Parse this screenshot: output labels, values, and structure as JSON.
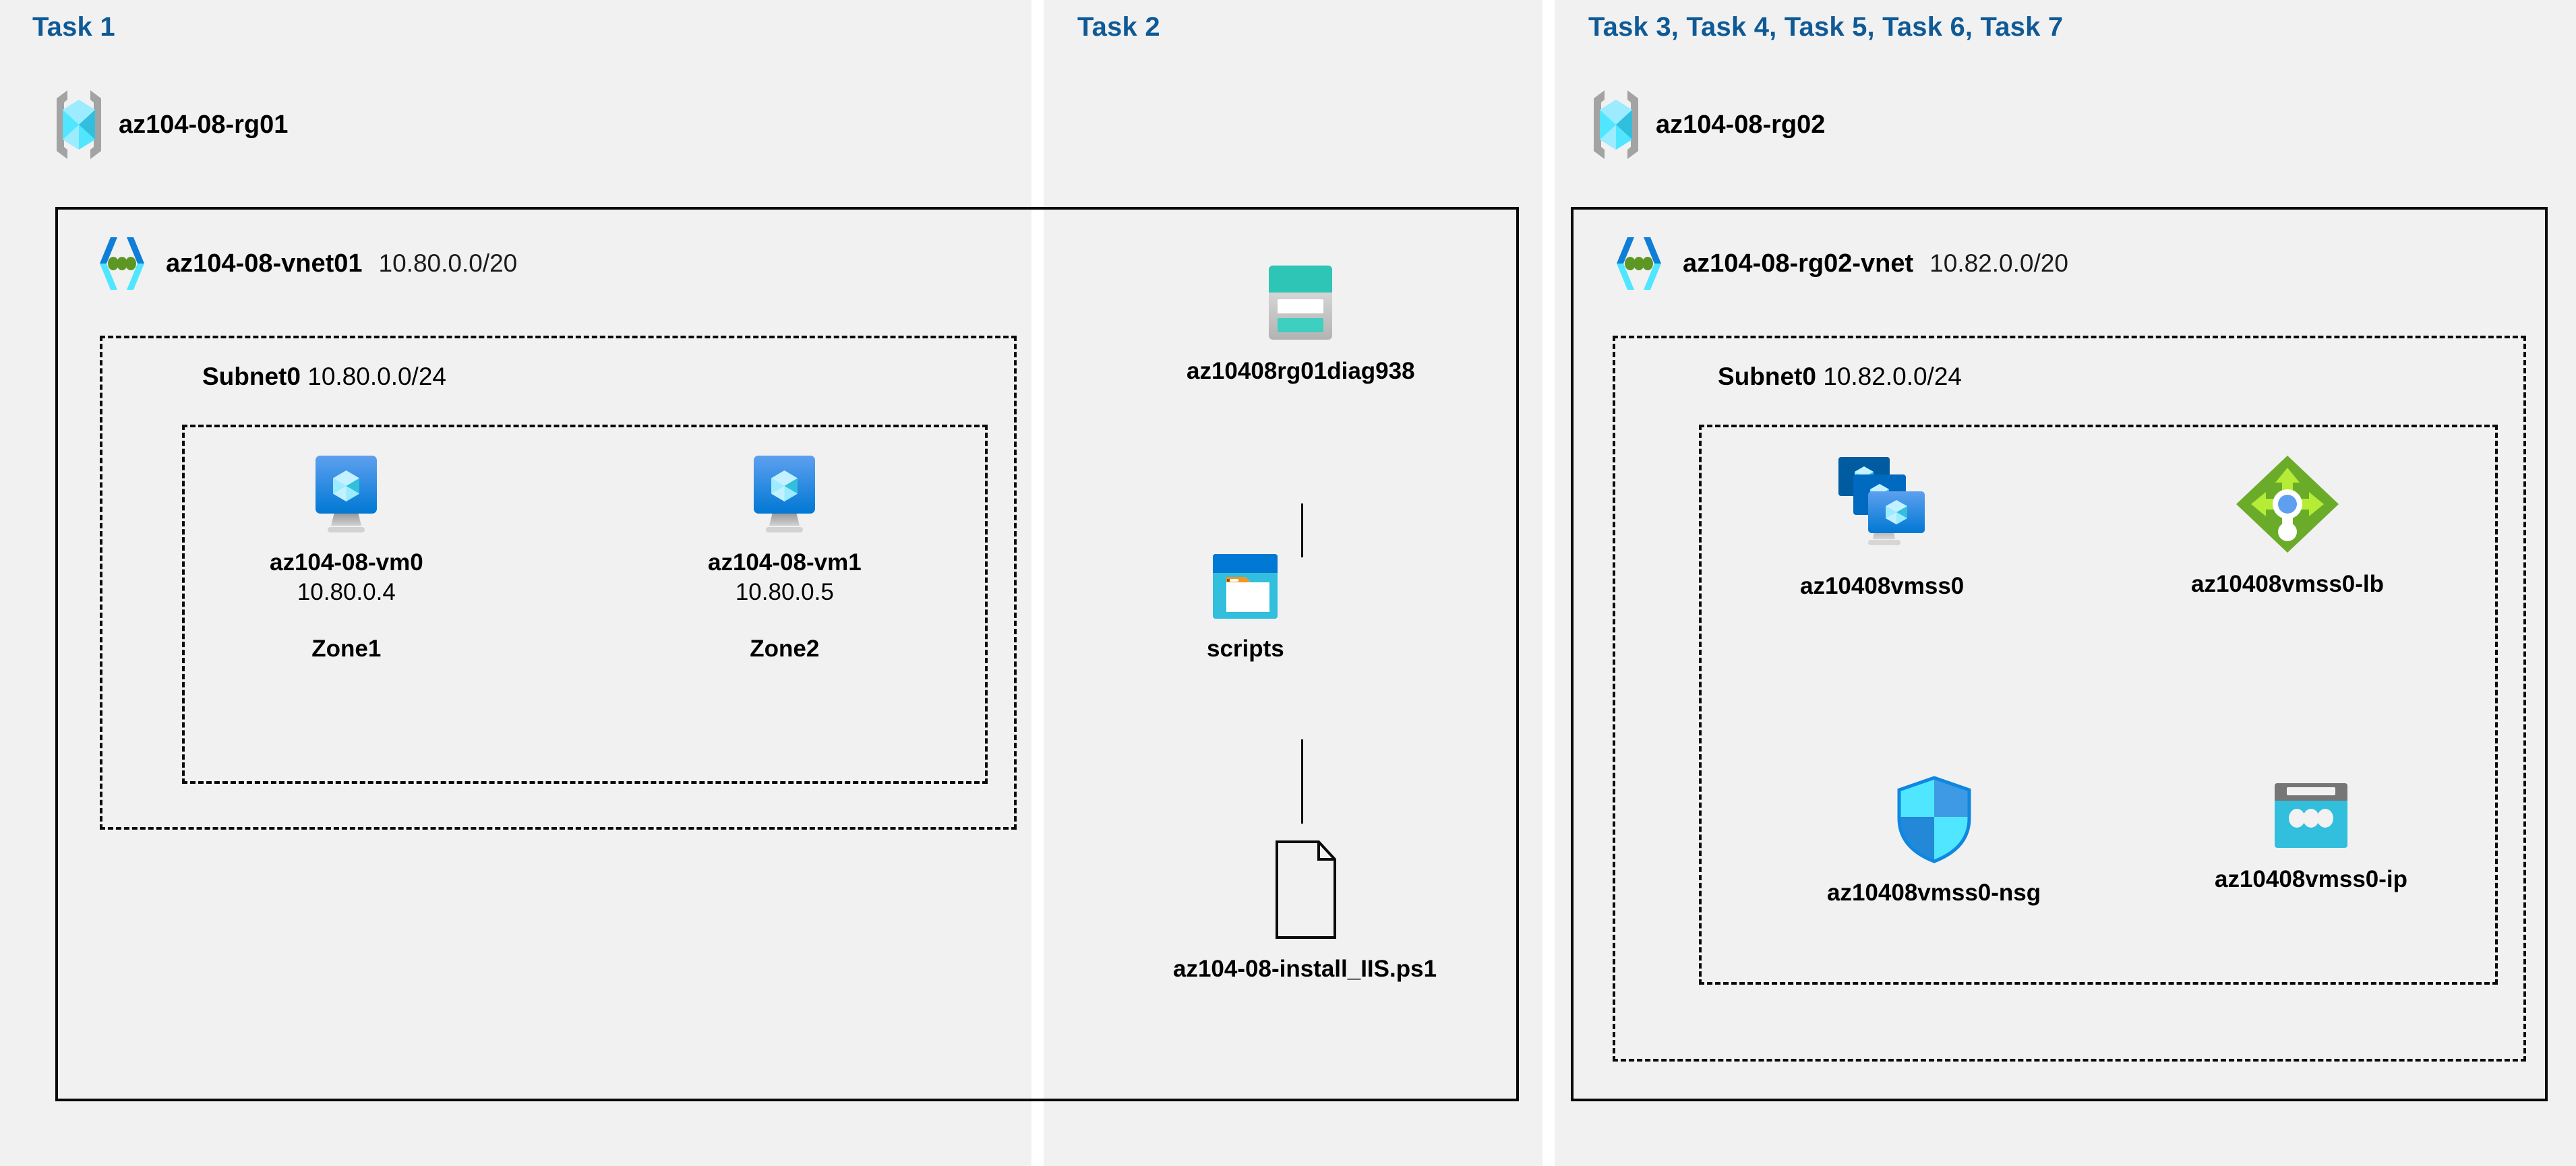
{
  "panels": [
    {
      "id": "task1",
      "title": "Task 1"
    },
    {
      "id": "task2",
      "title": "Task 2"
    },
    {
      "id": "task3",
      "title": "Task 3, Task 4, Task 5, Task 6, Task 7"
    }
  ],
  "resource_groups": [
    {
      "name": "az104-08-rg01",
      "icon": "resource-group-icon"
    },
    {
      "name": "az104-08-rg02",
      "icon": "resource-group-icon"
    }
  ],
  "vnets": [
    {
      "name": "az104-08-vnet01",
      "cidr": "10.80.0.0/20",
      "icon": "virtual-network-icon"
    },
    {
      "name": "az104-08-rg02-vnet",
      "cidr": "10.82.0.0/20",
      "icon": "virtual-network-icon"
    }
  ],
  "subnets": [
    {
      "name": "Subnet0",
      "cidr": "10.80.0.0/24"
    },
    {
      "name": "Subnet0",
      "cidr": "10.82.0.0/24"
    }
  ],
  "resources": {
    "vm0": {
      "label": "az104-08-vm0",
      "ip": "10.80.0.4",
      "zone": "Zone1",
      "icon": "virtual-machine-icon"
    },
    "vm1": {
      "label": "az104-08-vm1",
      "ip": "10.80.0.5",
      "zone": "Zone2",
      "icon": "virtual-machine-icon"
    },
    "storage": {
      "label": "az10408rg01diag938",
      "icon": "storage-account-icon"
    },
    "scripts": {
      "label": "scripts",
      "icon": "blob-container-icon"
    },
    "psfile": {
      "label": "az104-08-install_IIS.ps1",
      "icon": "document-file-icon"
    },
    "vmss": {
      "label": "az10408vmss0",
      "icon": "vm-scale-set-icon"
    },
    "lb": {
      "label": "az10408vmss0-lb",
      "icon": "load-balancer-icon"
    },
    "nsg": {
      "label": "az10408vmss0-nsg",
      "icon": "network-security-group-icon"
    },
    "ip": {
      "label": "az10408vmss0-ip",
      "icon": "public-ip-address-icon"
    }
  },
  "colors": {
    "task_title": "#0f5a96",
    "panel_background": "#f1f1f1",
    "border": "#0a0a0a",
    "azure_blue": "#0078d4",
    "azure_cyan": "#50e6ff",
    "storage_teal": "#2ec4b6",
    "lb_green": "#6aac2a",
    "vmss_dark_blue": "#005ba1"
  }
}
